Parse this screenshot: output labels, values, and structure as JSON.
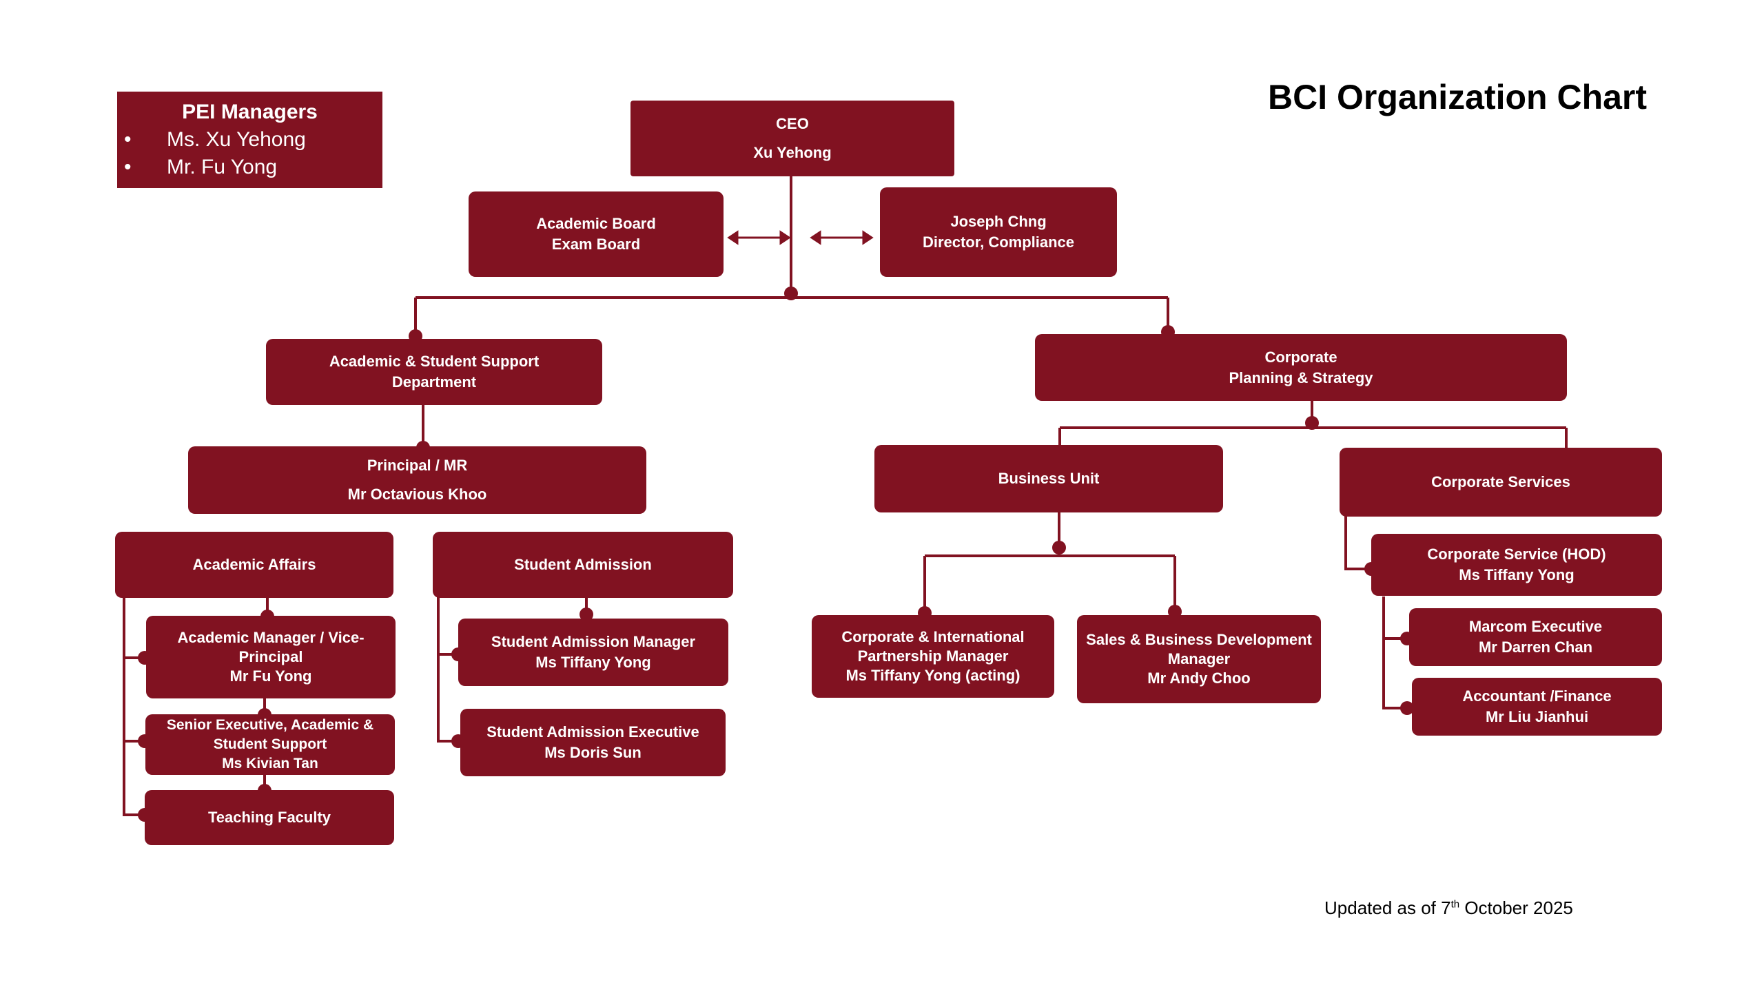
{
  "title": "BCI Organization Chart",
  "footer": {
    "prefix": "Updated as of 7",
    "sup": "th",
    "suffix": " October 2025"
  },
  "colors": {
    "box": "#811221",
    "line": "#811221",
    "text": "#ffffff"
  },
  "pei": {
    "heading": "PEI Managers",
    "bullet": "•",
    "items": [
      "Ms. Xu Yehong",
      "Mr. Fu Yong"
    ]
  },
  "nodes": {
    "ceo": {
      "line1": "CEO",
      "line2": "Xu Yehong"
    },
    "boards": {
      "line1": "Academic Board",
      "line2": "Exam Board"
    },
    "compliance": {
      "line1": "Joseph Chng",
      "line2": "Director, Compliance"
    },
    "assd": {
      "line1": "Academic & Student Support",
      "line2": "Department"
    },
    "cps": {
      "line1": "Corporate",
      "line2": "Planning & Strategy"
    },
    "principal": {
      "line1": "Principal / MR",
      "line2": "Mr Octavious Khoo"
    },
    "business_unit": {
      "line1": "Business Unit"
    },
    "corp_services": {
      "line1": "Corporate Services"
    },
    "academic_affairs": {
      "line1": "Academic Affairs"
    },
    "student_admission": {
      "line1": "Student Admission"
    },
    "academic_manager": {
      "line1": "Academic Manager / Vice-",
      "line2": "Principal",
      "line3": "Mr Fu Yong"
    },
    "senior_exec": {
      "line1": "Senior Executive, Academic &",
      "line2": "Student Support",
      "line3": "Ms Kivian Tan"
    },
    "teaching_faculty": {
      "line1": "Teaching Faculty"
    },
    "sa_manager": {
      "line1": "Student Admission Manager",
      "line2": "Ms Tiffany Yong"
    },
    "sa_exec": {
      "line1": "Student Admission Executive",
      "line2": "Ms Doris Sun"
    },
    "cip_manager": {
      "line1": "Corporate & International",
      "line2": "Partnership Manager",
      "line3": "Ms Tiffany Yong (acting)"
    },
    "sbd_manager": {
      "line1": "Sales & Business Development",
      "line2": "Manager",
      "line3": "Mr Andy Choo"
    },
    "cs_hod": {
      "line1": "Corporate Service (HOD)",
      "line2": "Ms Tiffany  Yong"
    },
    "marcom": {
      "line1": "Marcom Executive",
      "line2": "Mr Darren Chan"
    },
    "accountant": {
      "line1": "Accountant /Finance",
      "line2": "Mr Liu Jianhui"
    }
  }
}
